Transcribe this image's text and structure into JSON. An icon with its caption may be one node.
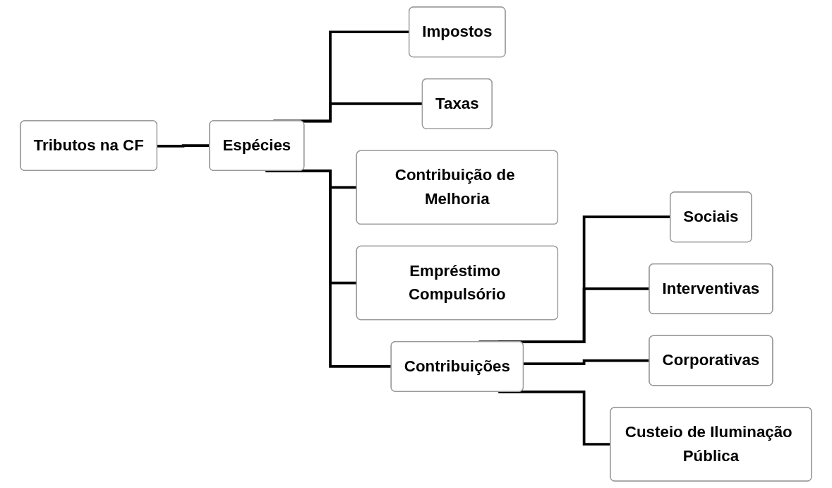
{
  "diagram": {
    "nodes": [
      {
        "text": [
          "Tributos na CF"
        ]
      },
      {
        "text": [
          "Espécies"
        ]
      },
      {
        "text": [
          "Impostos"
        ]
      },
      {
        "text": [
          "Taxas"
        ]
      },
      {
        "text": [
          "Contribuição de Melhoria"
        ]
      },
      {
        "text": [
          "Empréstimo Compulsório"
        ]
      },
      {
        "text": [
          "Contribuições"
        ]
      },
      {
        "text": [
          "Sociais"
        ]
      },
      {
        "text": [
          "Interventivas"
        ]
      },
      {
        "text": [
          "Corporativas"
        ]
      },
      {
        "text": [
          "Custeio de Iluminação Pública"
        ]
      }
    ],
    "edges": [
      {
        "from": 0,
        "to": 1,
        "arrow": "none"
      },
      {
        "from": 1,
        "to": 2,
        "arrow": "none"
      },
      {
        "from": 1,
        "to": 3,
        "arrow": "none"
      },
      {
        "from": 1,
        "to": 4,
        "arrow": "none"
      },
      {
        "from": 1,
        "to": 5,
        "arrow": "none"
      },
      {
        "from": 1,
        "to": 6,
        "arrow": "none"
      },
      {
        "from": 6,
        "to": 7,
        "arrow": "none"
      },
      {
        "from": 6,
        "to": 8,
        "arrow": "none"
      },
      {
        "from": 6,
        "to": 9,
        "arrow": "none"
      },
      {
        "from": 6,
        "to": 10,
        "arrow": "none"
      }
    ]
  }
}
